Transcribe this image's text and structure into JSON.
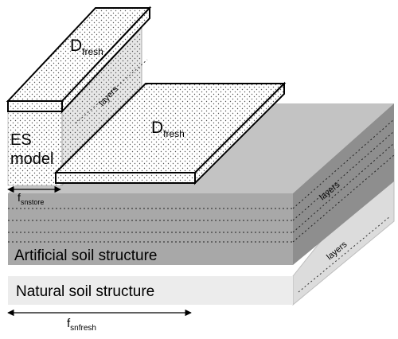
{
  "labels": {
    "d_fresh_left": {
      "main": "D",
      "sub": "fresh"
    },
    "d_fresh_right": {
      "main": "D",
      "sub": "fresh"
    },
    "layers_top": "layers",
    "layers_mid": "layers",
    "layers_bottom": "layers",
    "es_model_line1": "ES",
    "es_model_line2": "model",
    "f_snstore": {
      "main": "f",
      "sub": "snstore"
    },
    "f_snfresh": {
      "main": "f",
      "sub": "snfresh"
    },
    "artificial_soil": "Artificial soil structure",
    "natural_soil": "Natural soil structure"
  },
  "colors": {
    "artificial_front": "#a6a6a6",
    "artificial_top": "#c3c3c3",
    "artificial_side": "#8c8c8c",
    "natural_front": "#ececec",
    "natural_side": "#dcdcdc",
    "snow_fill": "#ffffff",
    "stipple_bg": "#e9e9e9",
    "stroke": "#000000"
  }
}
